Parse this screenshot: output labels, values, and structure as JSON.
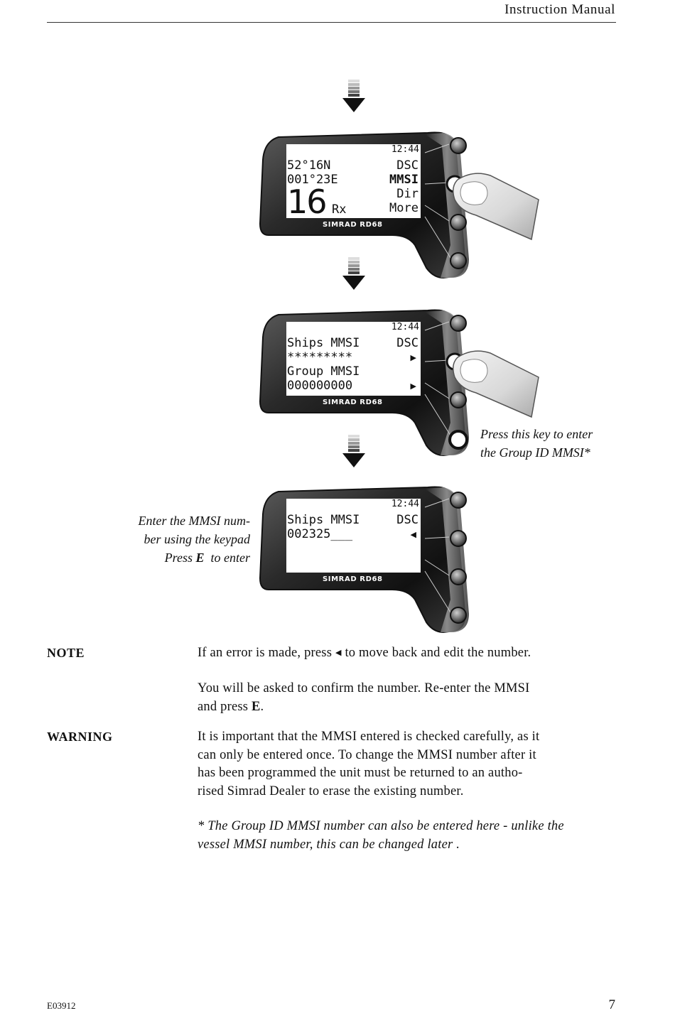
{
  "header": {
    "title": "Instruction Manual"
  },
  "screens": [
    {
      "time": "12:44",
      "left_lines": [
        "52°16N",
        "001°23E"
      ],
      "right_lines": [
        "DSC",
        "MMSI",
        "Dir",
        "More"
      ],
      "channel": "16",
      "status": "Rx",
      "brand": "SIMRAD RD68"
    },
    {
      "time": "12:44",
      "left_lines": [
        "Ships MMSI",
        "*********",
        "Group MMSI",
        "000000000"
      ],
      "right_top": "DSC",
      "brand": "SIMRAD RD68"
    },
    {
      "time": "12:44",
      "left_lines": [
        "Ships MMSI",
        "002325___"
      ],
      "right_top": "DSC",
      "brand": "SIMRAD RD68"
    }
  ],
  "callouts": {
    "press_key": [
      "Press this key to enter",
      "the Group ID MMSI*"
    ],
    "enter_mmsi": [
      "Enter the MMSI num-",
      "ber  using the keypad",
      "Press E  to enter"
    ]
  },
  "notes": {
    "note_label": "NOTE",
    "note_text_1a": "If an error is made, press",
    "note_text_1b": "to move back and edit the number.",
    "note_text_2a": "You will be asked to confirm the number.  Re-enter the MMSI",
    "note_text_2b": "and press",
    "note_text_2c": "E",
    "warning_label": "WARNING",
    "warning_lines": [
      "It is important that the MMSI entered is checked carefully, as it",
      "can only be entered once.  To change the MMSI number after it",
      "has been programmed the unit must be returned to an autho-",
      "rised Simrad Dealer to erase the existing number."
    ],
    "footnote_lines": [
      "* The Group ID MMSI number can also be entered here - unlike the",
      "vessel MMSI number, this can be changed later ."
    ]
  },
  "footer": {
    "code": "E03912",
    "page": "7"
  }
}
